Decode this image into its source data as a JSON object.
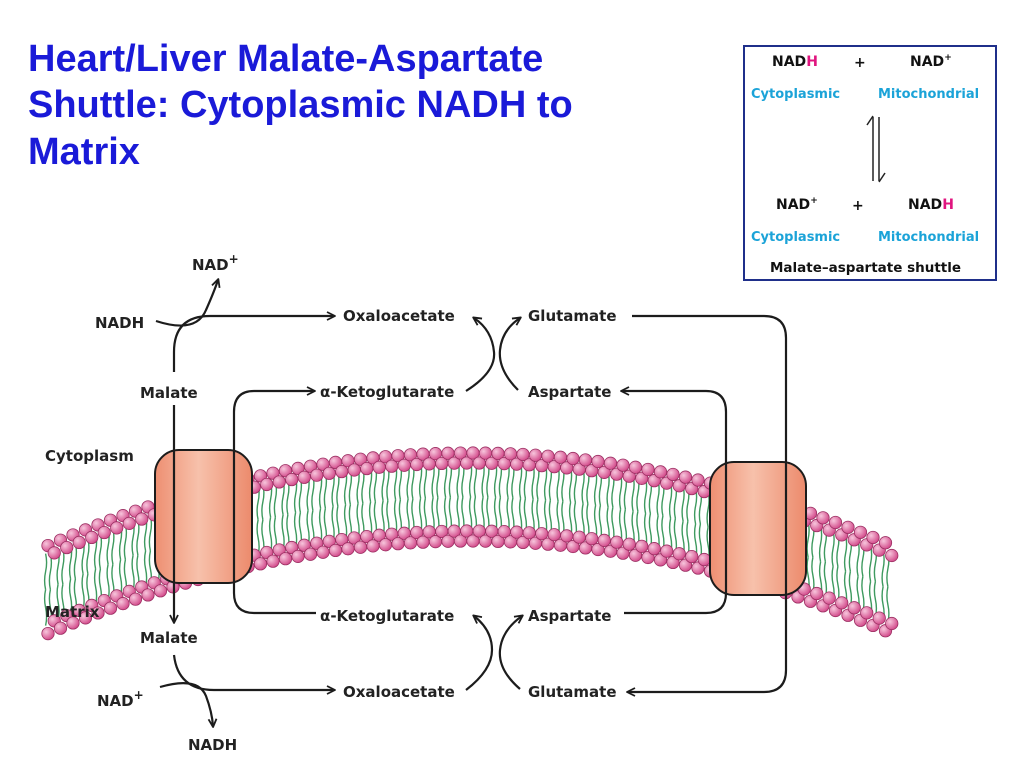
{
  "title": {
    "lines": [
      "Heart/Liver Malate-Aspartate",
      "Shuttle: Cytoplasmic NADH to",
      "Matrix"
    ],
    "color": "#1a1ad8"
  },
  "legend": {
    "nad": "NAD",
    "h": "H",
    "plus_sign": "+",
    "plus": "+",
    "cytoplasmic": "Cytoplasmic",
    "mitochondrial": "Mitochondrial",
    "caption": "Malate–aspartate shuttle",
    "colors": {
      "h": "#e0157f",
      "label": "#1ba3d8",
      "border": "#1f2f8a"
    }
  },
  "diagram": {
    "nad": "NAD",
    "plus": "+",
    "nadh": "NADH",
    "malate": "Malate",
    "oxaloacetate": "Oxaloacetate",
    "glutamate": "Glutamate",
    "alpha": "α",
    "ketoglutarate": "-Ketoglutarate",
    "aspartate": "Aspartate",
    "cytoplasm": "Cytoplasm",
    "matrix": "Matrix",
    "colors": {
      "head": "#d44f8e",
      "head_light": "#f3b8d2",
      "tail": "#3e9a5f",
      "transporter": "#ee9275",
      "transporter_light": "#f7c1ab",
      "arrow": "#1c1c1c"
    }
  }
}
